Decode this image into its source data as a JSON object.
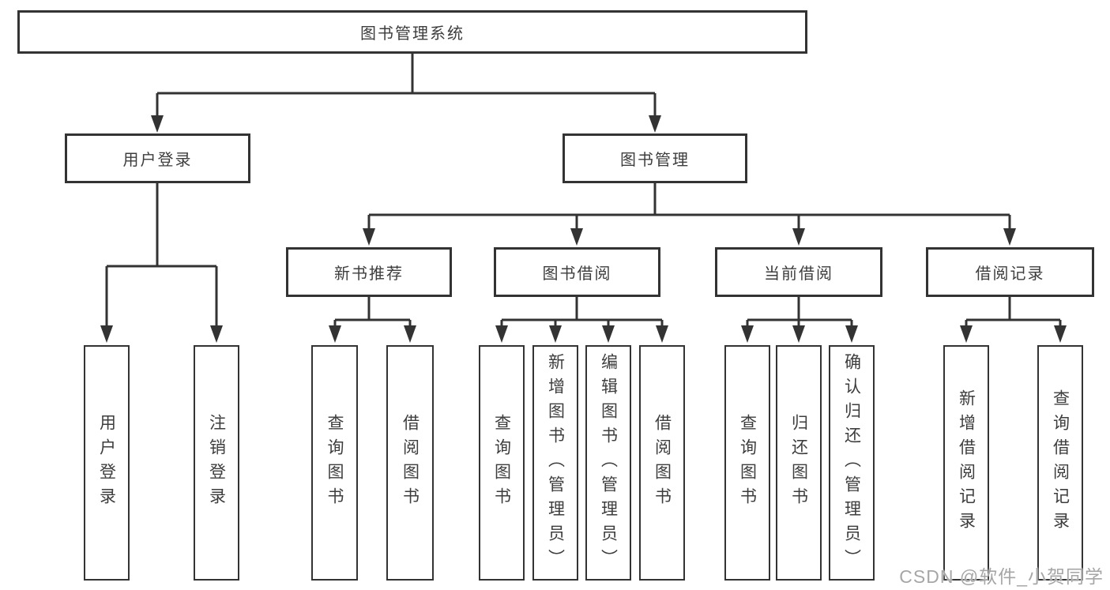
{
  "diagram": {
    "colors": {
      "line": "#333333",
      "box_border": "#333333",
      "box_background": "#ffffff",
      "text": "#3d3d3d",
      "watermark_text": "#9e9e9e",
      "page_background": "#ffffff"
    },
    "tree": {
      "root": "图书管理系统",
      "branches": [
        {
          "label": "用户登录",
          "leaves": [
            "用户登录",
            "注销登录"
          ]
        },
        {
          "label": "图书管理",
          "children": [
            {
              "label": "新书推荐",
              "leaves": [
                "查询图书",
                "借阅图书"
              ]
            },
            {
              "label": "图书借阅",
              "leaves": [
                "查询图书",
                "新增图书（管理员）",
                "编辑图书（管理员）",
                "借阅图书"
              ]
            },
            {
              "label": "当前借阅",
              "leaves": [
                "查询图书",
                "归还图书",
                "确认归还（管理员）"
              ]
            },
            {
              "label": "借阅记录",
              "leaves": [
                "新增借阅记录",
                "查询借阅记录"
              ]
            }
          ]
        }
      ]
    },
    "watermark": "CSDN @软件_小贺同学"
  }
}
